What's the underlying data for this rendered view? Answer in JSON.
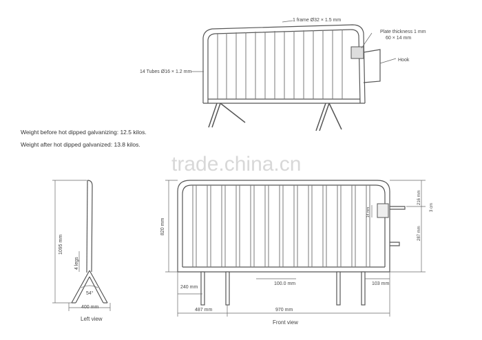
{
  "top": {
    "frame_label": "1 frame Ø32 × 1.5 mm",
    "plate_label_line1": "Plate thickness 1 mm",
    "plate_label_line2": "60 × 14 mm",
    "hook_label": "Hook",
    "tubes_label": "14 Tubes Ø16 × 1.2 mm"
  },
  "weights": {
    "before": "Weight before hot dipped galvanizing: 12.5 kilos.",
    "after": "Weight after hot dipped galvanized: 13.8 kilos."
  },
  "watermark": "trade.china.cn",
  "left_view": {
    "height_label": "1095 mm",
    "feet_label": "4 legs",
    "angle_label": "54°",
    "width_label": "400 mm",
    "caption": "Left view"
  },
  "front_view": {
    "inner_height_label": "820 mm",
    "right_top_label": "216 mm",
    "right_mid_label": "287 mm",
    "right_side_label": "3 cm",
    "hook_gap_label": "14 mm",
    "bar_spacing_label": "100.0 mm",
    "left_offset_label": "240 mm",
    "right_offset_label": "103 mm",
    "foot_to_foot_label": "487 mm",
    "total_width_label": "970 mm",
    "caption": "Front view"
  }
}
